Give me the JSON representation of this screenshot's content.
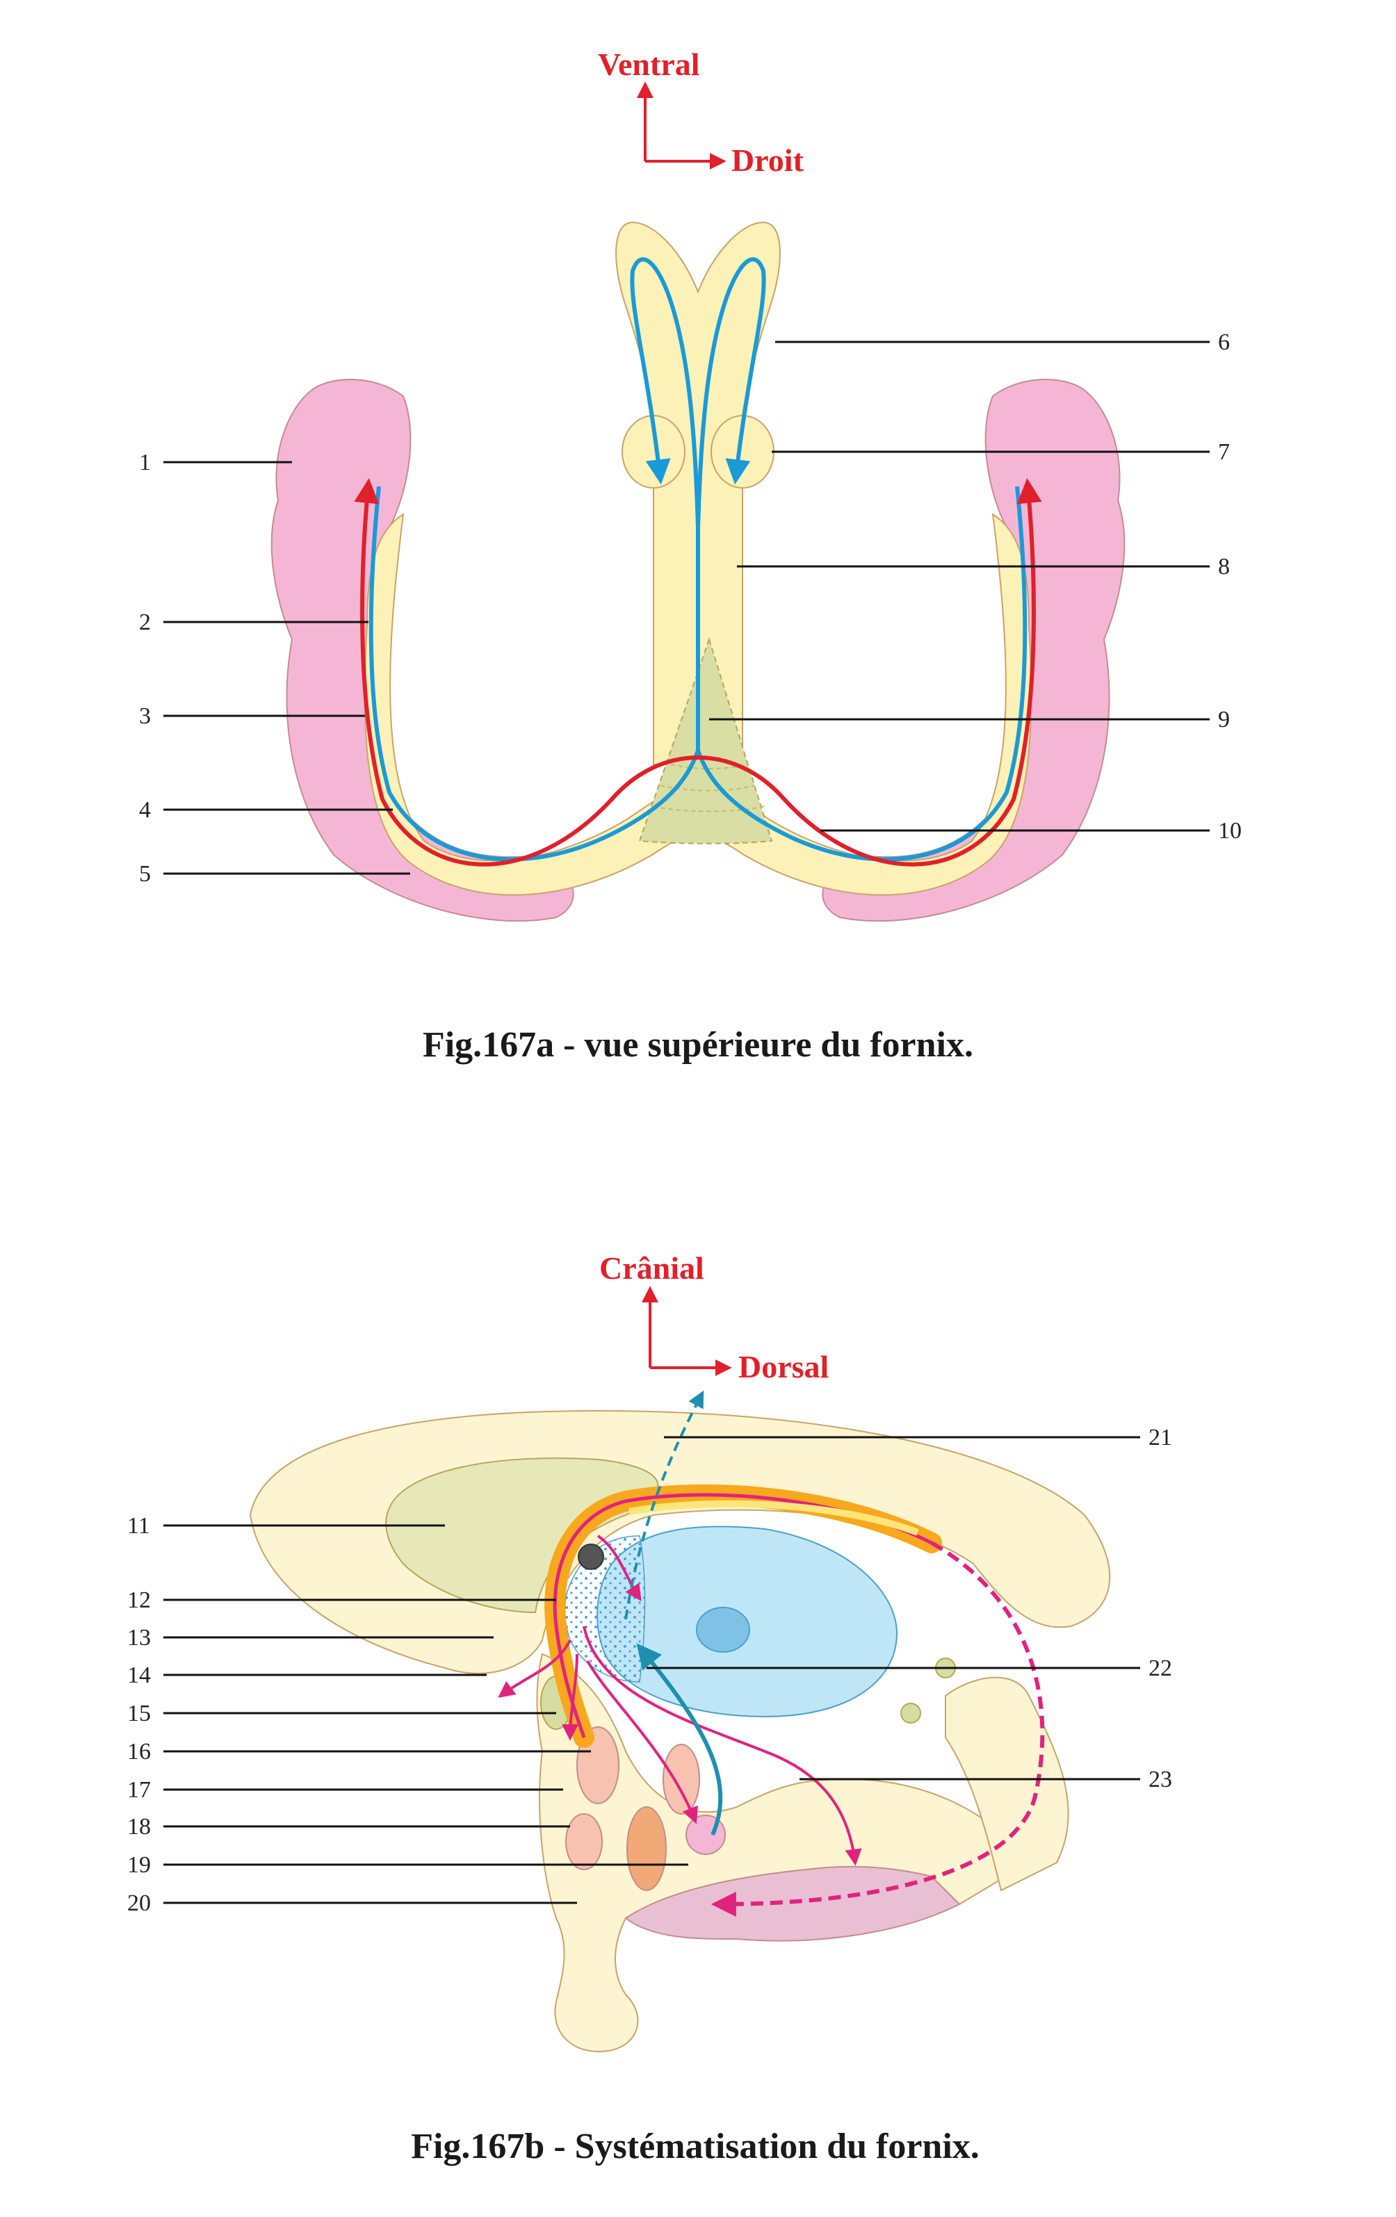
{
  "figure_a": {
    "orientation": {
      "up": "Ventral",
      "right": "Droit"
    },
    "caption": "Fig.167a - vue supérieure du fornix.",
    "labels": [
      "1",
      "2",
      "3",
      "4",
      "5",
      "6",
      "7",
      "8",
      "9",
      "10"
    ]
  },
  "figure_b": {
    "orientation": {
      "up": "Crânial",
      "right": "Dorsal"
    },
    "caption": "Fig.167b - Systématisation du fornix.",
    "labels": [
      "11",
      "12",
      "13",
      "14",
      "15",
      "16",
      "17",
      "18",
      "19",
      "20",
      "21",
      "22",
      "23"
    ]
  },
  "colors": {
    "hippocampus_pink": "#f5b6d6",
    "fornix_yellow": "#fcf1b7",
    "cream": "#fdf4d2",
    "septum_green": "#d9deA4",
    "thalamus_blue": "#bfe6f6",
    "red_pathway": "#e0202a",
    "blue_pathway": "#1a9ad7",
    "magenta_pathway": "#e0237f",
    "teal_pathway": "#1f8fb0",
    "orange_band": "#f7a81d"
  }
}
